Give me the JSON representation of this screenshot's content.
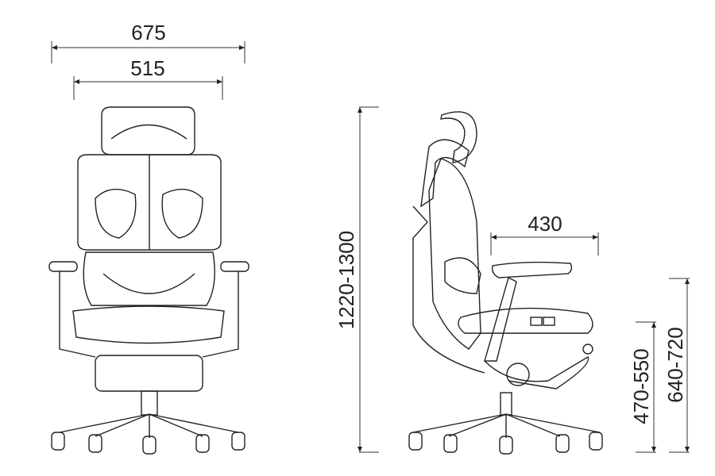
{
  "dimensions": {
    "overall_width": "675",
    "back_width": "515",
    "overall_height": "1220-1300",
    "seat_depth": "430",
    "seat_height": "470-550",
    "armrest_height": "640-720"
  },
  "colors": {
    "line": "#222222",
    "background": "#ffffff"
  }
}
